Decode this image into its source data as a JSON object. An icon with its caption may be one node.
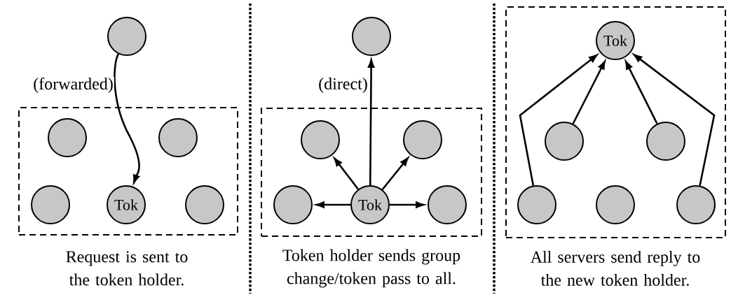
{
  "diagram": {
    "nodes": [
      {
        "text": [],
        "shape": "circle"
      },
      {
        "text": [],
        "shape": "box"
      },
      {
        "text": [],
        "shape": "circle",
        "in": 1
      },
      {
        "text": [],
        "shape": "circle",
        "in": 1
      },
      {
        "text": [],
        "shape": "circle",
        "in": 1
      },
      {
        "text": [
          "Tok"
        ],
        "in": 1
      },
      {
        "text": [],
        "shape": "circle",
        "in": 1
      },
      {
        "text": [],
        "shape": "circle"
      },
      {
        "text": [],
        "shape": "box"
      },
      {
        "text": [],
        "shape": "circle",
        "in": 8
      },
      {
        "text": [],
        "shape": "circle",
        "in": 8
      },
      {
        "text": [],
        "shape": "circle",
        "in": 8
      },
      {
        "text": [
          "Tok"
        ],
        "in": 8
      },
      {
        "text": [],
        "shape": "circle",
        "in": 8
      },
      {
        "text": [],
        "shape": "box"
      },
      {
        "text": [
          "Tok"
        ],
        "in": 14
      },
      {
        "text": [],
        "shape": "circle",
        "in": 14
      },
      {
        "text": [],
        "shape": "circle",
        "in": 14
      },
      {
        "text": [],
        "shape": "circle",
        "in": 14
      },
      {
        "text": [],
        "shape": "circle",
        "in": 14
      },
      {
        "text": [],
        "shape": "circle",
        "in": 14
      }
    ],
    "edges": [
      {
        "from": 0,
        "to": 5,
        "arrow": "to",
        "label": "(forwarded)"
      },
      {
        "from": 12,
        "to": 7,
        "arrow": "to",
        "label": "(direct)"
      },
      {
        "from": 12,
        "to": 9,
        "arrow": "to"
      },
      {
        "from": 12,
        "to": 10,
        "arrow": "to"
      },
      {
        "from": 12,
        "to": 11,
        "arrow": "to"
      },
      {
        "from": 12,
        "to": 13,
        "arrow": "to"
      },
      {
        "from": 18,
        "to": 15,
        "arrow": "to"
      },
      {
        "from": 16,
        "to": 15,
        "arrow": "to"
      },
      {
        "from": 17,
        "to": 15,
        "arrow": "to"
      },
      {
        "from": 20,
        "to": 15,
        "arrow": "to"
      }
    ],
    "labels": [
      "Request is sent to the token holder.",
      "Token holder sends group change/token pass to all.",
      "All servers send reply to the new token holder."
    ]
  }
}
